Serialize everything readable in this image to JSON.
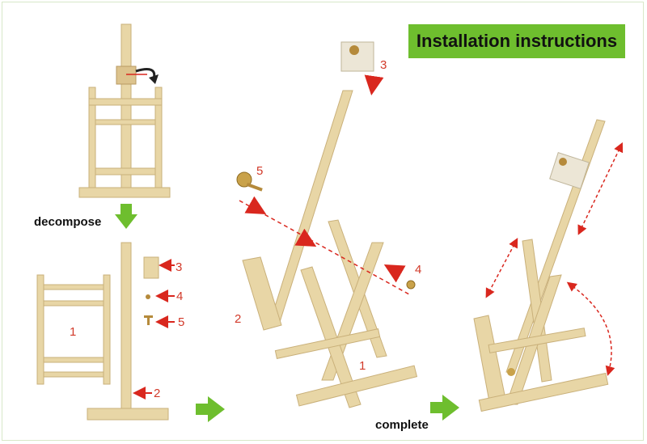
{
  "title": "Installation instructions",
  "labels": {
    "decompose": "decompose",
    "complete": "complete"
  },
  "part_numbers": {
    "n1": "1",
    "n2": "2",
    "n3": "3",
    "n4": "4",
    "n5": "5"
  },
  "colors": {
    "banner": "#6ebe2e",
    "wood": "#e8d6a6",
    "wood_dark": "#c9b07a",
    "arrow_red": "#d9271e",
    "arrow_green": "#6ebe2e"
  },
  "icons": [
    "rotate-arrow-icon",
    "green-arrow-down-icon",
    "green-arrow-right-icon",
    "red-arrow-icon"
  ]
}
